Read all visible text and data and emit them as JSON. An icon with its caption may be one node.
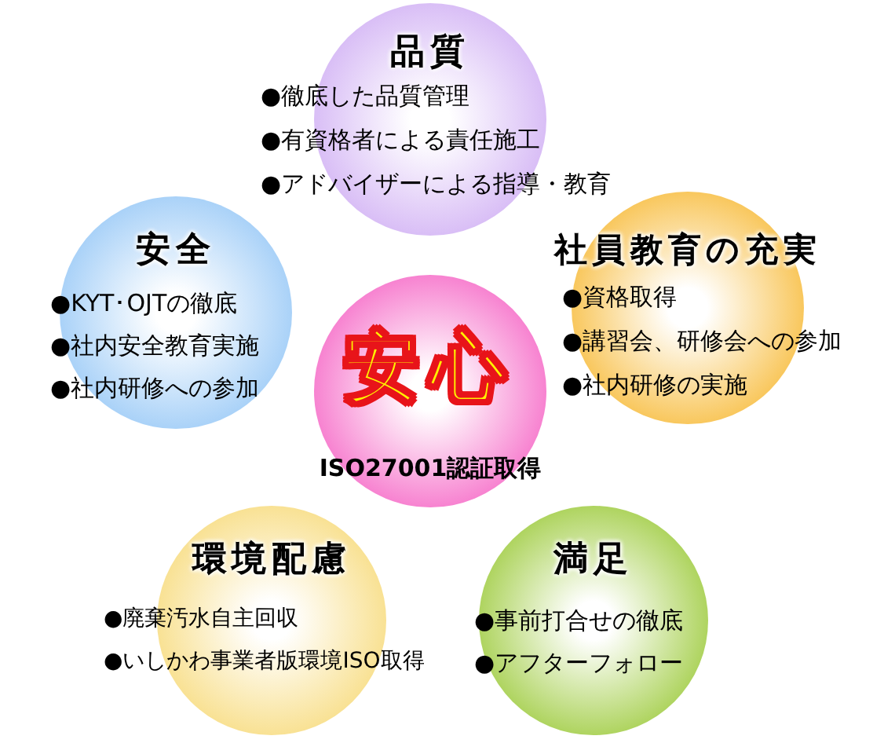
{
  "diagram": {
    "nodes": [
      {
        "text": [
          "品質",
          "●徹底した品質管理",
          "●有資格者による責任施工",
          "●アドバイザーによる指導・教育"
        ]
      },
      {
        "text": [
          "安全",
          "●KYT･OJTの徹底",
          "●社内安全教育実施",
          "●社内研修への参加"
        ]
      },
      {
        "text": [
          "社員教育の充実",
          "●資格取得",
          "●講習会、研修会への参加",
          "●社内研修の実施"
        ]
      },
      {
        "text": [
          "安心",
          "ISO27001認証取得"
        ]
      },
      {
        "text": [
          "環境配慮",
          "●廃棄汚水自主回収",
          "●いしかわ事業者版環境ISO取得"
        ]
      },
      {
        "text": [
          "満足",
          "●事前打合せの徹底",
          "●アフターフォロー"
        ]
      }
    ]
  }
}
